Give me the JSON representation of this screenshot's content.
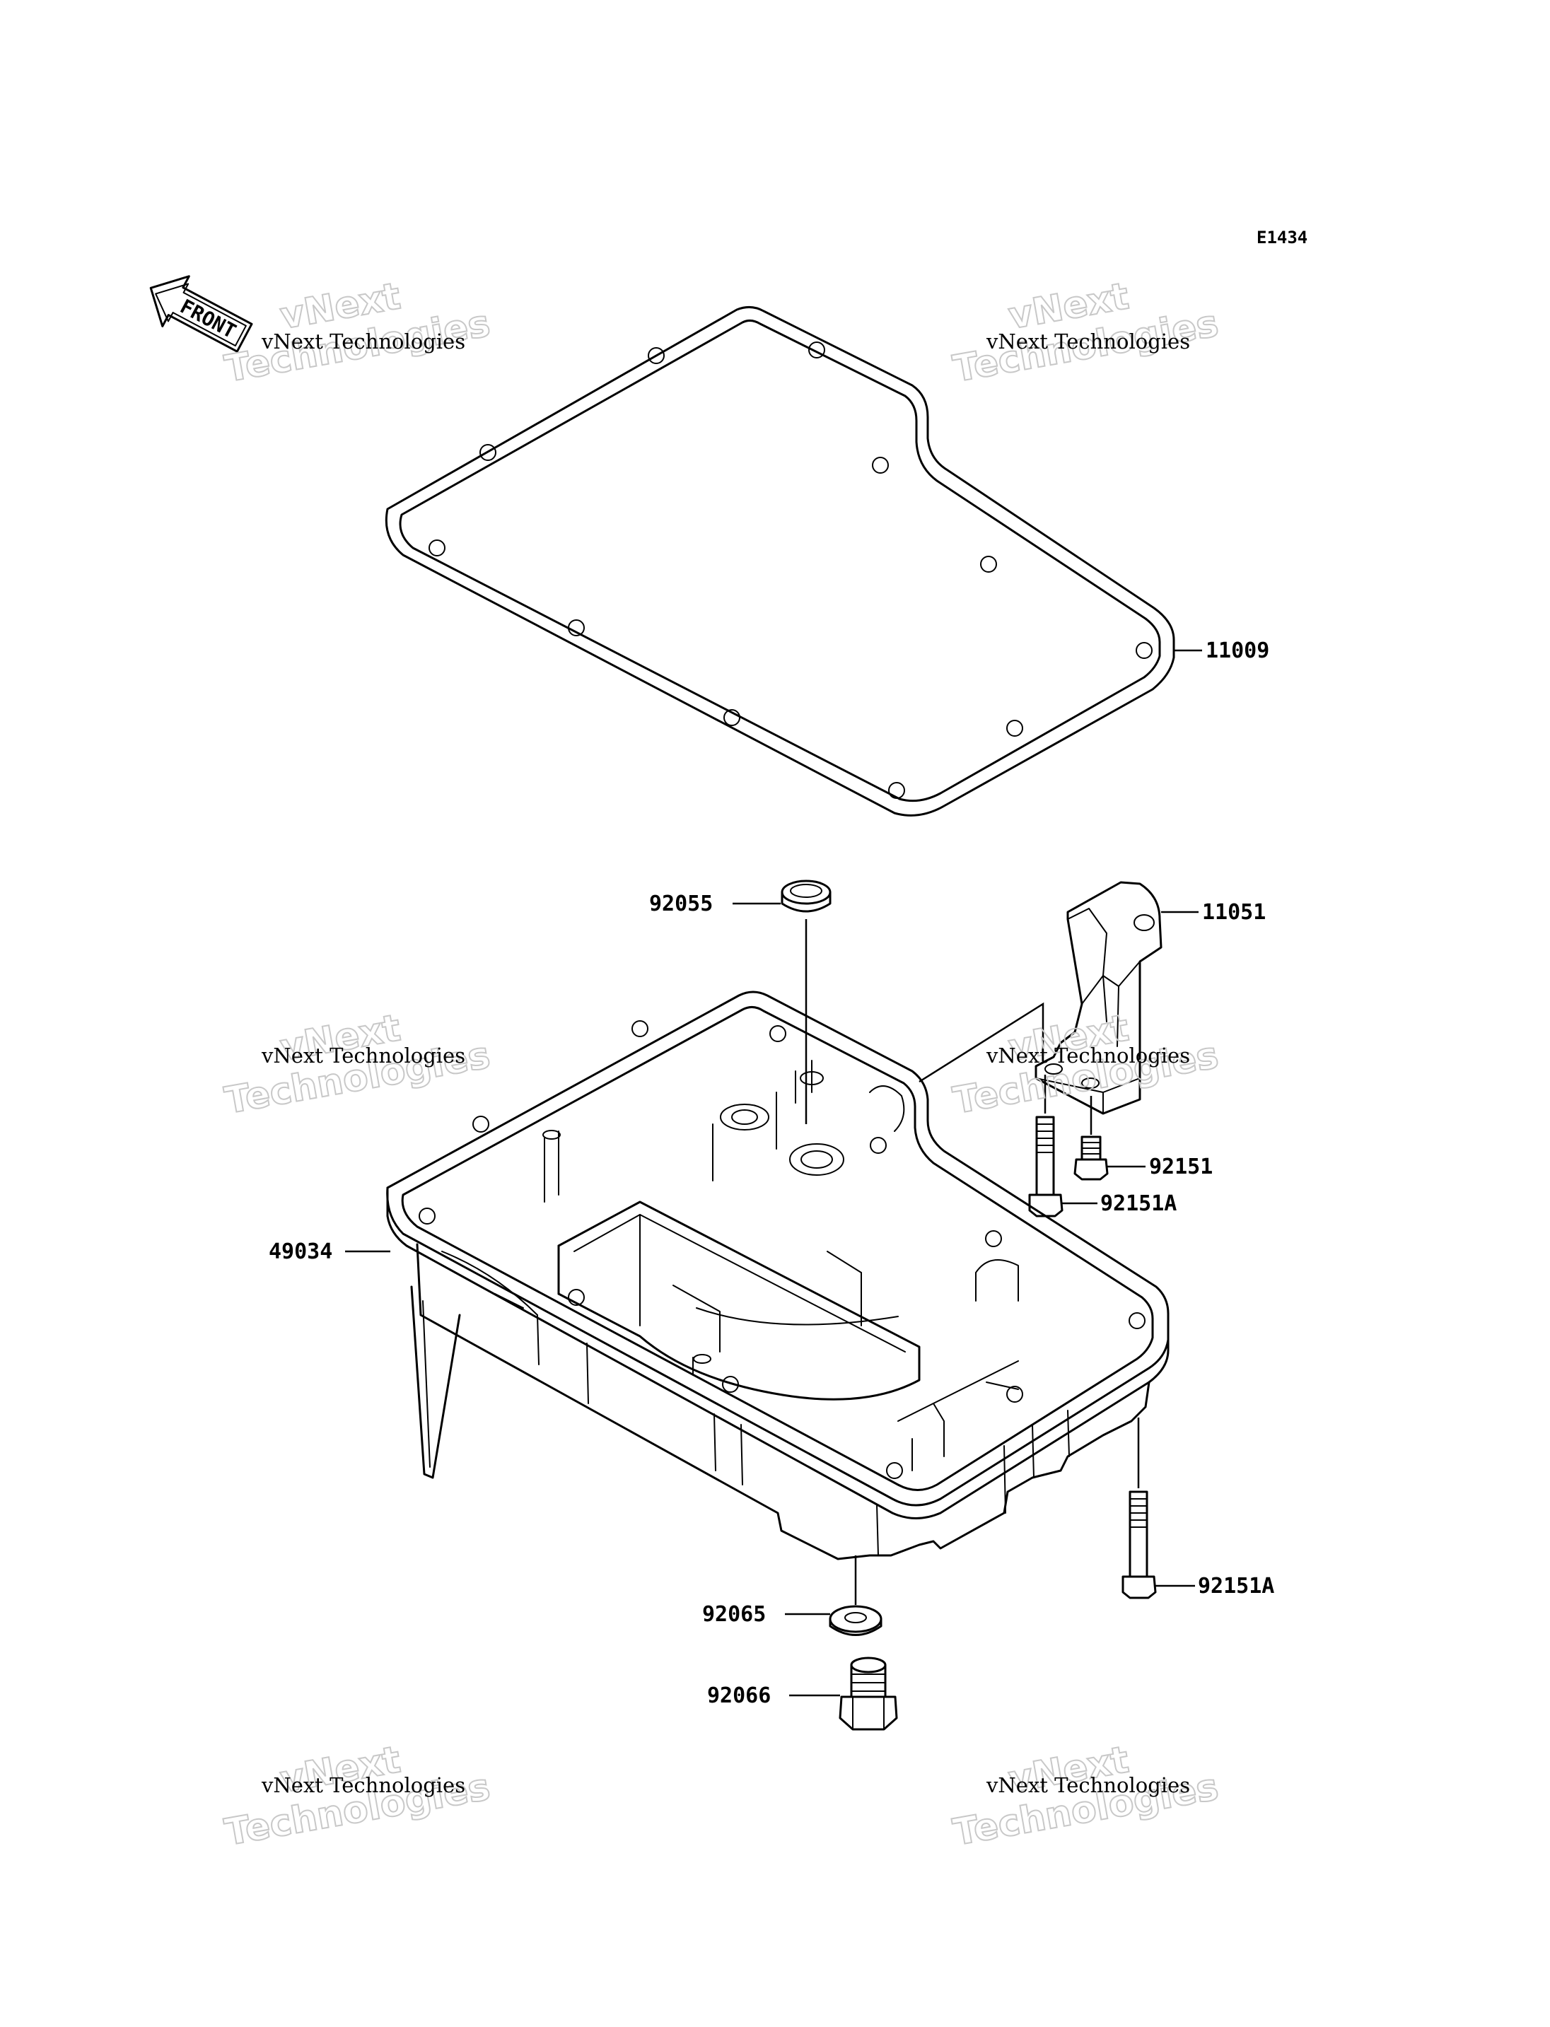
{
  "diagram_code": "E1434",
  "front_marker": "FRONT",
  "watermark": {
    "line_small": "vNext Technologies",
    "line_big_1": "vNext",
    "line_big_2": "Technologies"
  },
  "parts": [
    {
      "id": "gasket",
      "number": "11009"
    },
    {
      "id": "bracket",
      "number": "11051"
    },
    {
      "id": "oil-pan",
      "number": "49034"
    },
    {
      "id": "o-ring",
      "number": "92055"
    },
    {
      "id": "bolt-short",
      "number": "92151"
    },
    {
      "id": "bolt-long-upper",
      "number": "92151A"
    },
    {
      "id": "bolt-long-lower",
      "number": "92151A"
    },
    {
      "id": "washer",
      "number": "92065"
    },
    {
      "id": "drain-plug",
      "number": "92066"
    }
  ]
}
